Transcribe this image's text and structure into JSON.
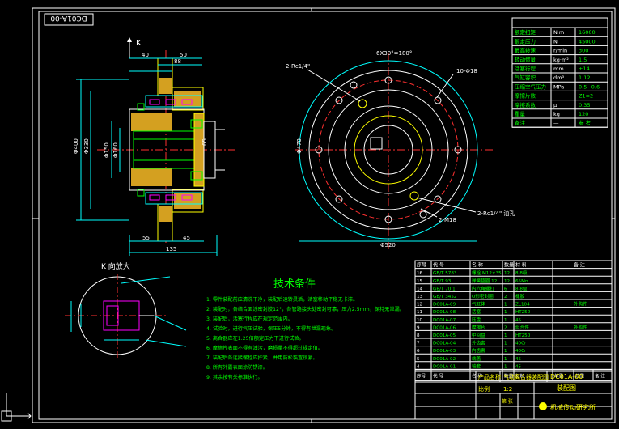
{
  "drawing": {
    "stamp_code": "DC01A-00",
    "view_label": "K",
    "detail_title": "K 向放大",
    "tech_title": "技术条件"
  },
  "front_view": {
    "dims": {
      "top_a": "40",
      "top_b": "50",
      "top_c": "88",
      "left_1": "Φ400",
      "left_2": "Φ330",
      "left_3": "Φ150",
      "left_4": "Φ160",
      "bottom_a": "55",
      "bottom_b": "135",
      "bottom_c": "45",
      "bottom_d": "65"
    }
  },
  "side_view": {
    "notes": {
      "hole_note_1": "2-Rc1/4\"",
      "angle_note": "6X30°=180°",
      "bolt_note": "10-Φ18",
      "m_note": "2-M18",
      "hole_note_2": "2-Rc1/4\" 油孔",
      "dia_note": "Φ520",
      "left_dia": "Φ470"
    }
  },
  "params": {
    "rows": [
      {
        "label": "额定扭矩",
        "unit": "N·m",
        "value": "16000"
      },
      {
        "label": "额定压力",
        "unit": "N",
        "value": "45000"
      },
      {
        "label": "最高转速",
        "unit": "r/min",
        "value": "300"
      },
      {
        "label": "转动惯量",
        "unit": "kg·m²",
        "value": "1.5"
      },
      {
        "label": "活塞行程",
        "unit": "mm",
        "value": "±14"
      },
      {
        "label": "气缸容积",
        "unit": "dm³",
        "value": "1.12"
      },
      {
        "label": "压缩空气压力",
        "unit": "MPa",
        "value": "0.5~0.6"
      },
      {
        "label": "摩擦片数",
        "unit": "",
        "value": "Z1=2"
      },
      {
        "label": "摩擦系数",
        "unit": "μ",
        "value": "0.35"
      },
      {
        "label": "重量",
        "unit": "kg",
        "value": "120"
      },
      {
        "label": "备注",
        "unit": "—",
        "value": "参 考"
      }
    ]
  },
  "tech_notes": [
    "1. 零件装配前应清洗干净，装配后运转灵活，活塞移动平稳无卡滞。",
    "2. 装配时，各结合面涂密封胶12°，各管路接头处密封可靠，压力2.5mm，保持无泄漏。",
    "3. 装配后，活塞行程应在规定范围内。",
    "4. 试验时，进行气压试验，保压5分钟，不得有泄漏现象。",
    "5. 离合器应在1.25倍额定压力下进行试验。",
    "6. 摩擦片表面不得有油污，磨损量不得超过规定值。",
    "7. 装配后各连接螺栓应拧紧，并用防松装置锁紧。",
    "8. 所有外露表面涂防锈漆。",
    "9. 其余按有关标准执行。"
  ],
  "bom": {
    "header": [
      "序号",
      "代 号",
      "名 称",
      "数量",
      "材 料",
      "备 注"
    ],
    "rows": [
      [
        "16",
        "GB/T 5783",
        "螺栓 M12×35",
        "12",
        "8.8级",
        ""
      ],
      [
        "15",
        "GB/T 93",
        "弹簧垫圈 12",
        "12",
        "65Mn",
        ""
      ],
      [
        "14",
        "GB/T 70.1",
        "内六角螺钉",
        "6",
        "8.8级",
        ""
      ],
      [
        "13",
        "GB/T 3452",
        "O形密封圈",
        "2",
        "橡胶",
        ""
      ],
      [
        "12",
        "DC01A-09",
        "气缸体",
        "1",
        "ZL104",
        "外购件"
      ],
      [
        "11",
        "DC01A-08",
        "活塞",
        "1",
        "HT250",
        ""
      ],
      [
        "10",
        "DC01A-07",
        "压盘",
        "1",
        "45",
        ""
      ],
      [
        "9",
        "DC01A-06",
        "摩擦片",
        "2",
        "组合件",
        "外购件"
      ],
      [
        "8",
        "DC01A-05",
        "中间盘",
        "1",
        "HT250",
        ""
      ],
      [
        "7",
        "DC01A-04",
        "外齿套",
        "1",
        "40Cr",
        ""
      ],
      [
        "6",
        "DC01A-03",
        "内齿套",
        "1",
        "40Cr",
        ""
      ],
      [
        "5",
        "DC01A-02",
        "端盖",
        "1",
        "45",
        ""
      ],
      [
        "4",
        "DC01A-01",
        "轴套",
        "1",
        "45",
        ""
      ]
    ],
    "footer": [
      "序号",
      "代 号",
      "名 称",
      "数量",
      "材料",
      "单重",
      "总重",
      "备 注"
    ]
  },
  "title_block": {
    "product_label": "产品名称",
    "product_name": "气动离合器装配图",
    "drawing_no": "DC01A-00",
    "drawing_type": "装配图",
    "scale_label": "比例",
    "scale_value": "1:2",
    "sheet_label": "第 张",
    "company": "机械传动研究所"
  }
}
